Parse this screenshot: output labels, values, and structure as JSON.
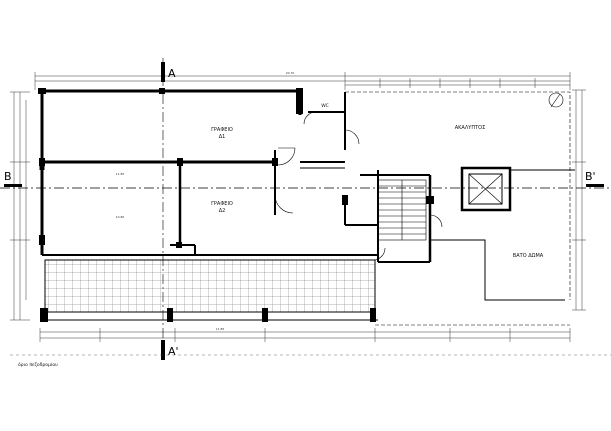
{
  "rooms": {
    "office_d1": [
      "ΓΡΑΦΕΙΟ",
      "Δ1"
    ],
    "office_d2": [
      "ΓΡΑΦΕΙΟ",
      "Δ2"
    ],
    "unbuilt": "ΑΚΑΛΥΠΤΟΣ",
    "roof": "ΒΑΤΟ ΔΩΜΑ",
    "wc": "WC"
  },
  "section_marks": {
    "a_top": "A",
    "a_bottom": "A'",
    "b_left": "B",
    "b_right": "B'"
  },
  "note": "όριο πεζοδρομίου",
  "dimensions": {
    "overall_top": "20.70",
    "wall_d1": "11.85",
    "wall_d2": "10.80",
    "bottom_span": "11.85"
  }
}
